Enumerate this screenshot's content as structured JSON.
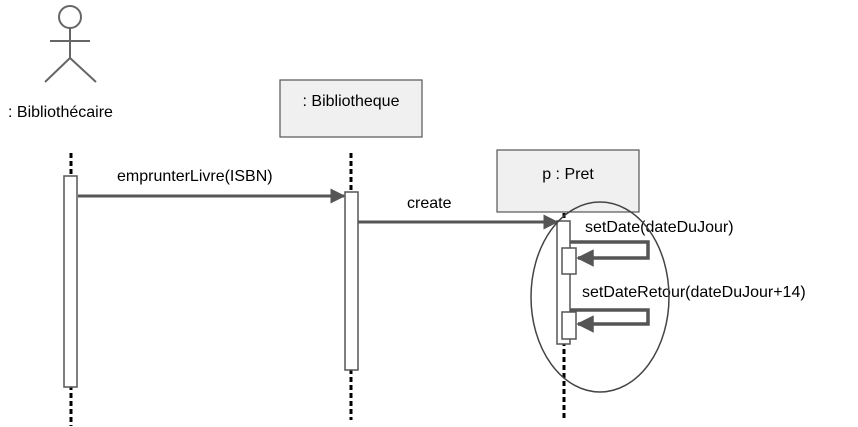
{
  "participants": {
    "actor": {
      "label": ": Bibliothécaire",
      "kind": "actor"
    },
    "bibliotheque": {
      "label": ": Bibliotheque",
      "kind": "object"
    },
    "pret": {
      "label": "p : Pret",
      "kind": "object"
    }
  },
  "messages": {
    "emprunter": "emprunterLivre(ISBN)",
    "create": "create",
    "set_date": "setDate(dateDuJour)",
    "set_date_retour": "setDateRetour(dateDuJour+14)"
  },
  "colors": {
    "arrow": "#555555",
    "box_fill": "#f0f0f0",
    "line": "#000000"
  }
}
